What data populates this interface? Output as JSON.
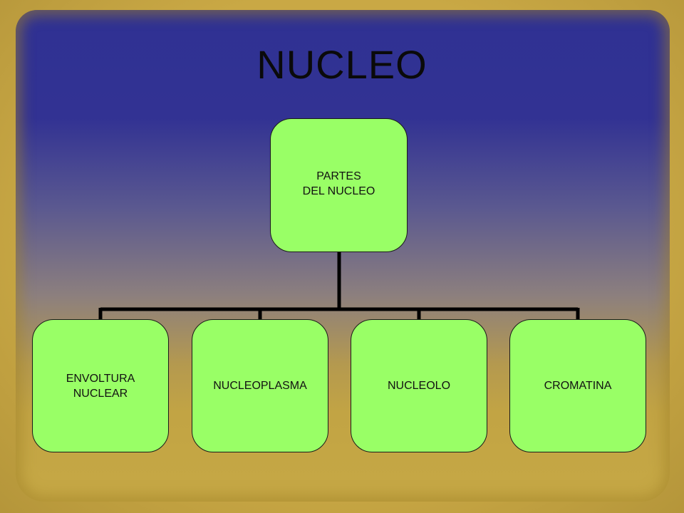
{
  "slide": {
    "title": "NUCLEO"
  },
  "diagram": {
    "root": {
      "label": "PARTES\nDEL NUCLEO"
    },
    "children": [
      {
        "label": "ENVOLTURA\n NUCLEAR"
      },
      {
        "label": "NUCLEOPLASMA"
      },
      {
        "label": "NUCLEOLO"
      },
      {
        "label": "CROMATINA"
      }
    ],
    "colors": {
      "node_fill": "#99ff66",
      "connector": "#000000",
      "title": "#0a0a0a",
      "background_top": "#2f3193",
      "background_bottom": "#c6a845"
    }
  }
}
